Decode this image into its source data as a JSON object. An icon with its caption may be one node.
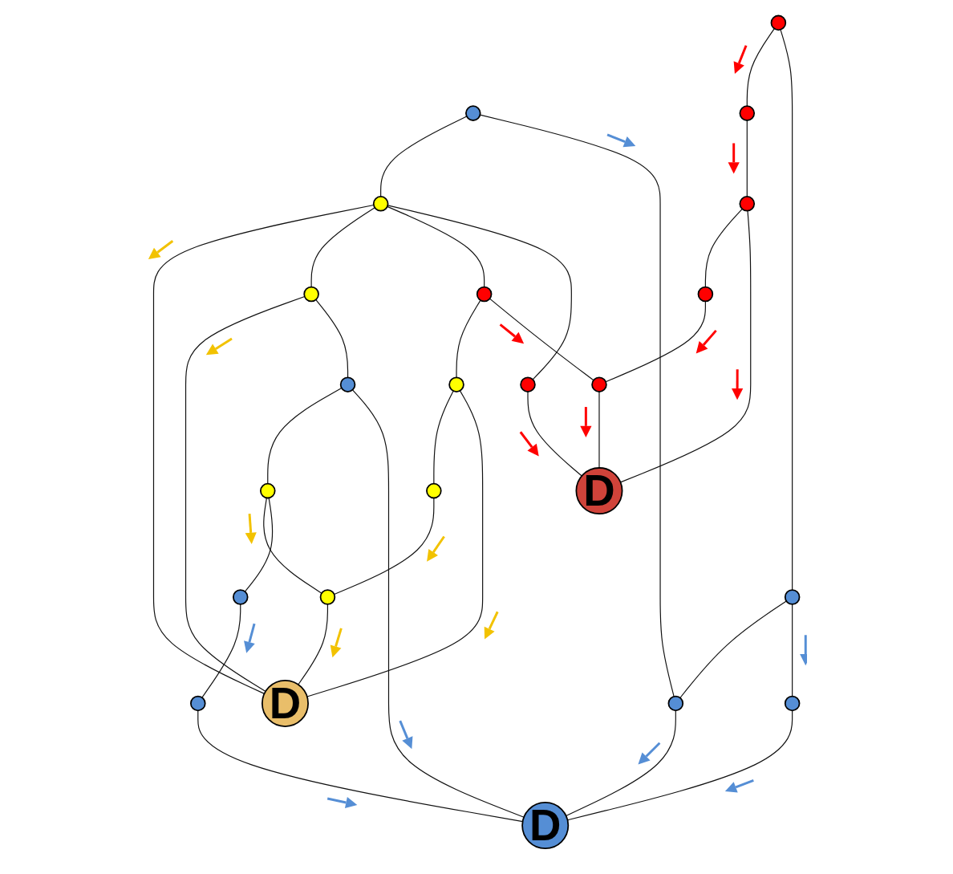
{
  "diagram": {
    "nodes": [
      {
        "text": [],
        "shape": "circle"
      },
      {
        "text": [],
        "shape": "circle"
      },
      {
        "text": [
          "D"
        ]
      },
      {
        "text": [],
        "shape": "circle"
      },
      {
        "text": [],
        "shape": "circle"
      },
      {
        "text": [],
        "shape": "circle"
      },
      {
        "text": [],
        "shape": "circle"
      },
      {
        "text": [],
        "shape": "circle"
      },
      {
        "text": [],
        "shape": "circle"
      },
      {
        "text": [],
        "shape": "circle"
      },
      {
        "text": [],
        "shape": "circle"
      },
      {
        "text": [],
        "shape": "circle"
      },
      {
        "text": [],
        "shape": "circle"
      },
      {
        "text": [],
        "shape": "circle"
      },
      {
        "text": [],
        "shape": "circle"
      },
      {
        "text": [
          "D"
        ]
      },
      {
        "text": [],
        "shape": "circle"
      },
      {
        "text": [
          "D"
        ]
      },
      {
        "text": [],
        "shape": "circle"
      },
      {
        "text": [],
        "shape": "circle"
      },
      {
        "text": [],
        "shape": "circle"
      },
      {
        "text": [],
        "shape": "circle"
      },
      {
        "text": [],
        "shape": "circle"
      }
    ],
    "edges": [
      {
        "from": 0,
        "to": 2,
        "arrow": "none"
      },
      {
        "from": 3,
        "to": 0,
        "arrow": "none"
      },
      {
        "from": 3,
        "to": 4,
        "arrow": "none"
      },
      {
        "from": 4,
        "to": 2,
        "arrow": "none"
      },
      {
        "from": 1,
        "to": 2,
        "arrow": "none"
      },
      {
        "from": 6,
        "to": 1,
        "arrow": "none"
      },
      {
        "from": 7,
        "to": 2,
        "arrow": "none"
      },
      {
        "from": 8,
        "to": 4,
        "arrow": "none"
      },
      {
        "from": 5,
        "to": 3,
        "arrow": "none"
      },
      {
        "from": 5,
        "to": 10,
        "arrow": "none"
      },
      {
        "from": 10,
        "to": 13,
        "arrow": "none"
      },
      {
        "from": 13,
        "to": 17,
        "arrow": "none"
      },
      {
        "from": 13,
        "to": 19,
        "arrow": "none"
      },
      {
        "from": 19,
        "to": 21,
        "arrow": "none"
      },
      {
        "from": 21,
        "to": 17,
        "arrow": "none"
      },
      {
        "from": 18,
        "to": 21,
        "arrow": "none"
      },
      {
        "from": 14,
        "to": 17,
        "arrow": "none"
      },
      {
        "from": 12,
        "to": 14,
        "arrow": "none"
      },
      {
        "from": 12,
        "to": 18,
        "arrow": "none"
      },
      {
        "from": 8,
        "to": 12,
        "arrow": "none"
      },
      {
        "from": 12,
        "to": 9,
        "arrow": "none"
      },
      {
        "from": 9,
        "to": 7,
        "arrow": "none"
      },
      {
        "from": 7,
        "to": 11,
        "arrow": "none"
      },
      {
        "from": 11,
        "to": 6,
        "arrow": "none"
      },
      {
        "from": 9,
        "to": 15,
        "arrow": "none"
      },
      {
        "from": 12,
        "to": 15,
        "arrow": "none"
      },
      {
        "from": 11,
        "to": 16,
        "arrow": "none"
      },
      {
        "from": 16,
        "to": 15,
        "arrow": "none"
      },
      {
        "from": 20,
        "to": 16,
        "arrow": "none"
      },
      {
        "from": 22,
        "to": 15,
        "arrow": "none"
      },
      {
        "from": 22,
        "to": 20,
        "arrow": "none"
      },
      {
        "from": 18,
        "to": 22,
        "arrow": "none"
      }
    ]
  }
}
